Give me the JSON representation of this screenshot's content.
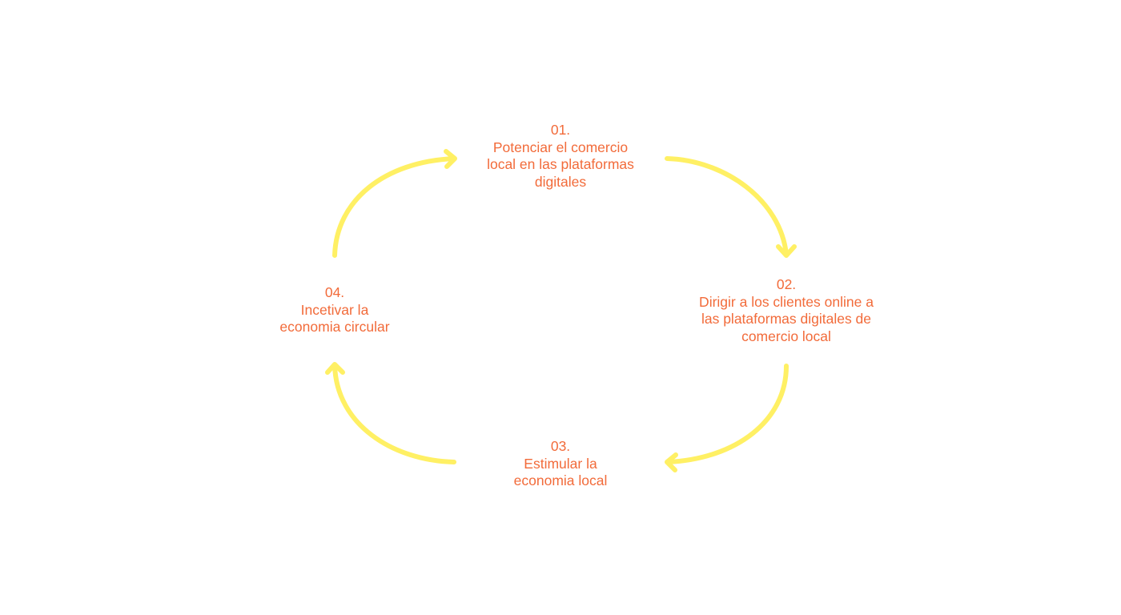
{
  "diagram": {
    "type": "cycle",
    "colors": {
      "text": "#f26b3a",
      "arrow": "#fff064"
    },
    "steps": [
      {
        "number": "01.",
        "lines": [
          "Potenciar el comercio",
          "local en las plataformas",
          "digitales"
        ]
      },
      {
        "number": "02.",
        "lines": [
          "Dirigir a los clientes online a",
          "las plataformas digitales de",
          "comercio local"
        ]
      },
      {
        "number": "03.",
        "lines": [
          "Estimular la",
          "economia local"
        ]
      },
      {
        "number": "04.",
        "lines": [
          "Incetivar la",
          "economia circular"
        ]
      }
    ],
    "arrows": [
      {
        "from": "01.",
        "to": "02.",
        "direction": "clockwise"
      },
      {
        "from": "02.",
        "to": "03.",
        "direction": "clockwise"
      },
      {
        "from": "03.",
        "to": "04.",
        "direction": "clockwise"
      },
      {
        "from": "04.",
        "to": "01.",
        "direction": "clockwise"
      }
    ]
  }
}
